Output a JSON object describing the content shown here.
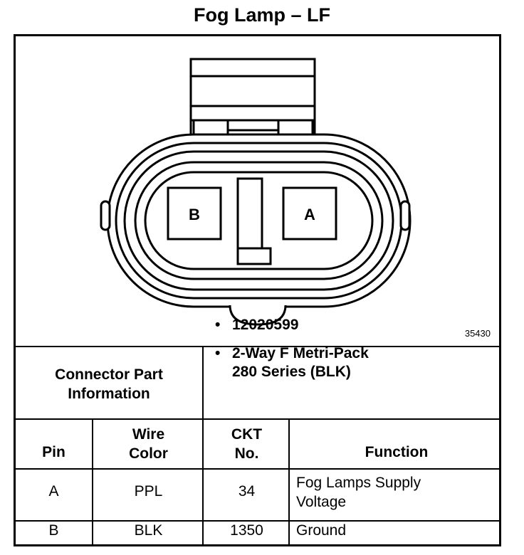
{
  "title": "Fog Lamp – LF",
  "diagram": {
    "pin_labels": [
      "B",
      "A"
    ],
    "figure_number": "35430"
  },
  "connector_info": {
    "label_line1": "Connector Part",
    "label_line2": "Information",
    "bullets": [
      {
        "lines": [
          "12020599"
        ]
      },
      {
        "lines": [
          "2-Way F Metri-Pack",
          "280 Series (BLK)"
        ]
      }
    ]
  },
  "table": {
    "headers": {
      "pin": "Pin",
      "wire_color_1": "Wire",
      "wire_color_2": "Color",
      "ckt_1": "CKT",
      "ckt_2": "No.",
      "function": "Function"
    },
    "rows": [
      {
        "pin": "A",
        "wire_color": "PPL",
        "ckt": "34",
        "function_1": "Fog Lamps Supply",
        "function_2": "Voltage"
      },
      {
        "pin": "B",
        "wire_color": "BLK",
        "ckt": "1350",
        "function_1": "Ground",
        "function_2": ""
      }
    ]
  }
}
